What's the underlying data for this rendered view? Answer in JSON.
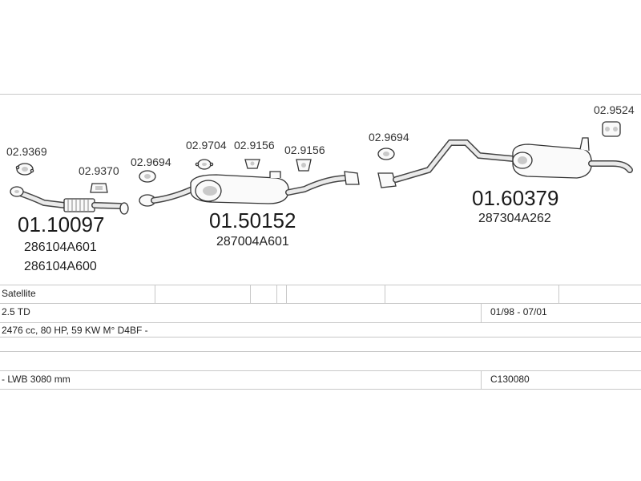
{
  "parts": {
    "p1": {
      "label": "02.9369"
    },
    "p2": {
      "label": "02.9370"
    },
    "p3": {
      "label": "02.9694"
    },
    "p4": {
      "label": "02.9704"
    },
    "p5": {
      "label": "02.9156"
    },
    "p6": {
      "label": "02.9156"
    },
    "p7": {
      "label": "02.9694"
    },
    "p8": {
      "label": "02.9524"
    }
  },
  "sections": {
    "front": {
      "number": "01.10097",
      "oem1": "286104A601",
      "oem2": "286104A600"
    },
    "middle": {
      "number": "01.50152",
      "oem1": "287004A601"
    },
    "rear": {
      "number": "01.60379",
      "oem1": "287304A262"
    }
  },
  "table": {
    "model": "Satellite",
    "engine": "2.5 TD",
    "period": "01/98 - 07/01",
    "spec": "2476 cc, 80 HP, 59 KW M° D4BF -",
    "body": "- LWB 3080 mm",
    "code": "C130080"
  }
}
